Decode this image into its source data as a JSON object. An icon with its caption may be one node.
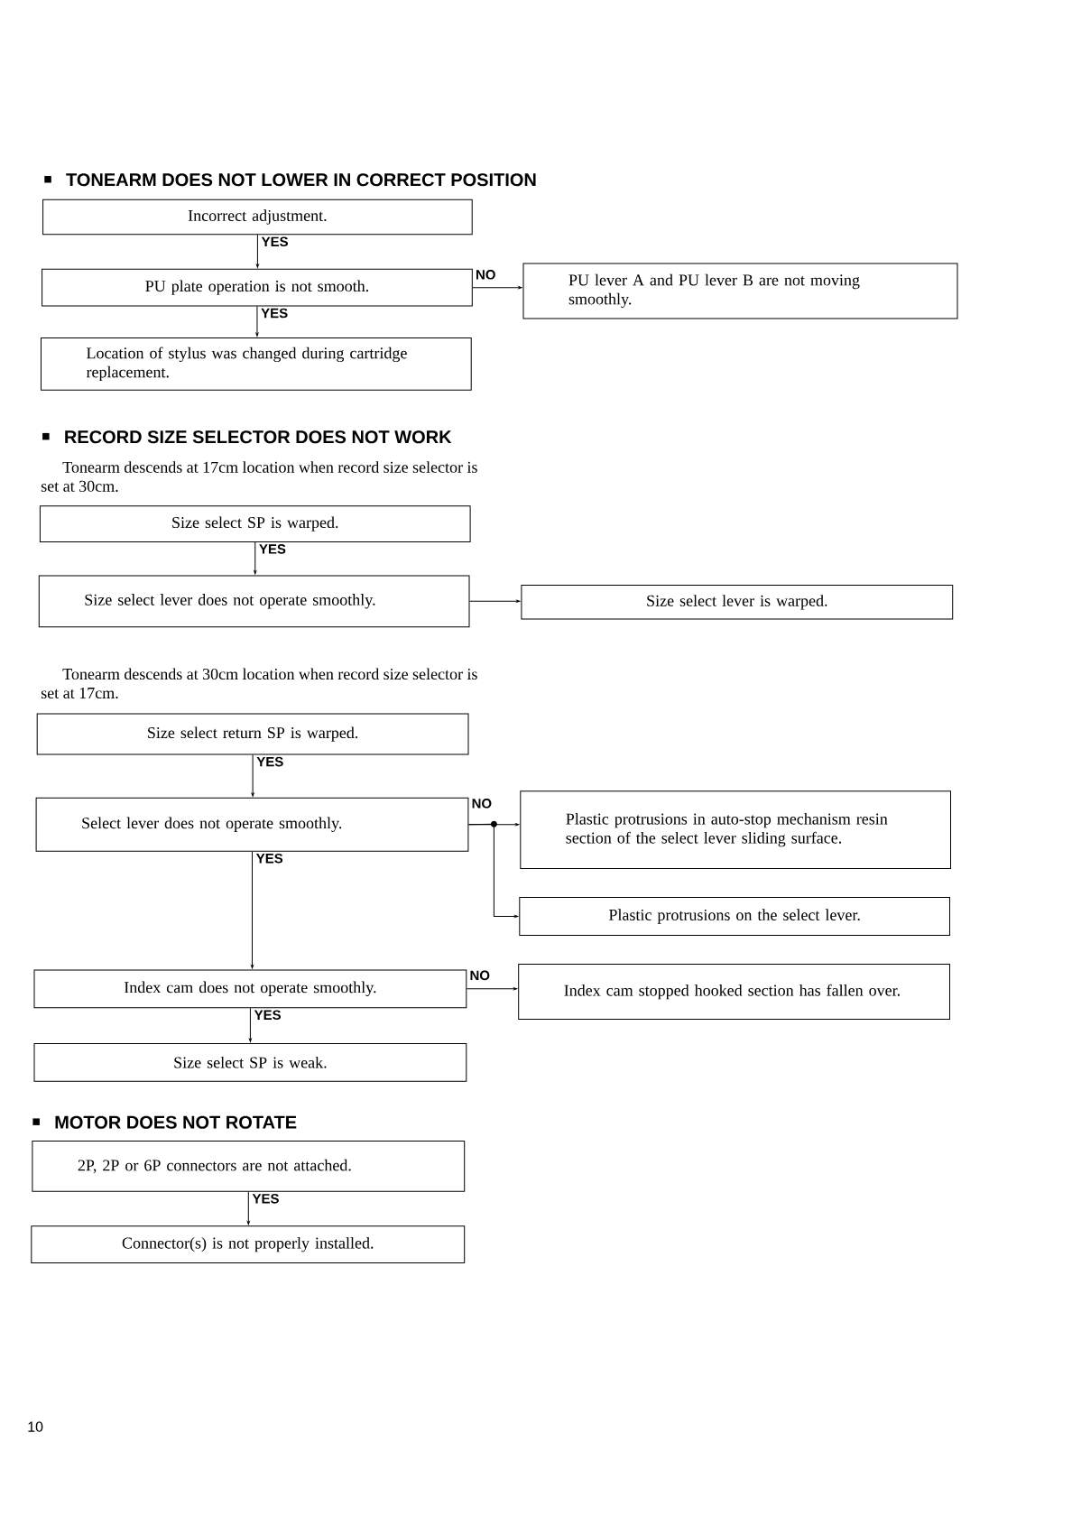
{
  "diagram": {
    "nodes": [
      {
        "text": [
          "Incorrect adjustment."
        ]
      },
      {
        "text": [
          "PU plate operation is not smooth."
        ]
      },
      {
        "text": [
          "PU lever A and PU lever B are not moving smoothly."
        ]
      },
      {
        "text": [
          "Location of stylus was changed during cartridge replacement."
        ]
      },
      {
        "text": [
          "Size select SP is warped."
        ]
      },
      {
        "text": [
          "Size select lever does not operate smoothly."
        ]
      },
      {
        "text": [
          "Size select lever is warped."
        ]
      },
      {
        "text": [
          "Size select return SP is warped."
        ]
      },
      {
        "text": [
          "Select lever does not operate smoothly."
        ]
      },
      {
        "text": [
          "Plastic protrusions in auto-stop mechanism resin section of the select lever sliding surface."
        ]
      },
      {
        "text": [
          "Plastic protrusions on the select lever."
        ]
      },
      {
        "text": [
          "Index cam does not operate smoothly."
        ]
      },
      {
        "text": [
          "Index cam stopped hooked section has fallen over."
        ]
      },
      {
        "text": [
          "Size select SP is weak."
        ]
      },
      {
        "text": [
          "2P, 2P or 6P connectors are not attached."
        ]
      },
      {
        "text": [
          "Connector(s) is not properly installed."
        ]
      }
    ],
    "edges": [
      {
        "from": 0,
        "to": 1,
        "arrow": "to",
        "label": "YES"
      },
      {
        "from": 1,
        "to": 3,
        "arrow": "to",
        "label": "YES"
      },
      {
        "from": 1,
        "to": 2,
        "arrow": "to",
        "label": "NO"
      },
      {
        "from": 4,
        "to": 5,
        "arrow": "to",
        "label": "YES"
      },
      {
        "from": 5,
        "to": 6,
        "arrow": "to"
      },
      {
        "from": 7,
        "to": 8,
        "arrow": "to",
        "label": "YES"
      },
      {
        "from": 8,
        "to": 9,
        "arrow": "to",
        "label": "NO"
      },
      {
        "from": 8,
        "to": 10,
        "arrow": "to"
      },
      {
        "from": 8,
        "to": 11,
        "arrow": "to",
        "label": "YES"
      },
      {
        "from": 11,
        "to": 12,
        "arrow": "to",
        "label": "NO"
      },
      {
        "from": 11,
        "to": 13,
        "arrow": "to",
        "label": "YES"
      },
      {
        "from": 14,
        "to": 15,
        "arrow": "to",
        "label": "YES"
      }
    ],
    "labels": [
      "TONEARM DOES NOT LOWER IN CORRECT POSITION",
      "RECORD SIZE SELECTOR DOES NOT WORK",
      "Tonearm descends at 17cm location when record size selector is set at 30cm.",
      "Tonearm descends at 30cm location when record size selector is set at 17cm.",
      "MOTOR DOES NOT ROTATE",
      "10"
    ]
  }
}
